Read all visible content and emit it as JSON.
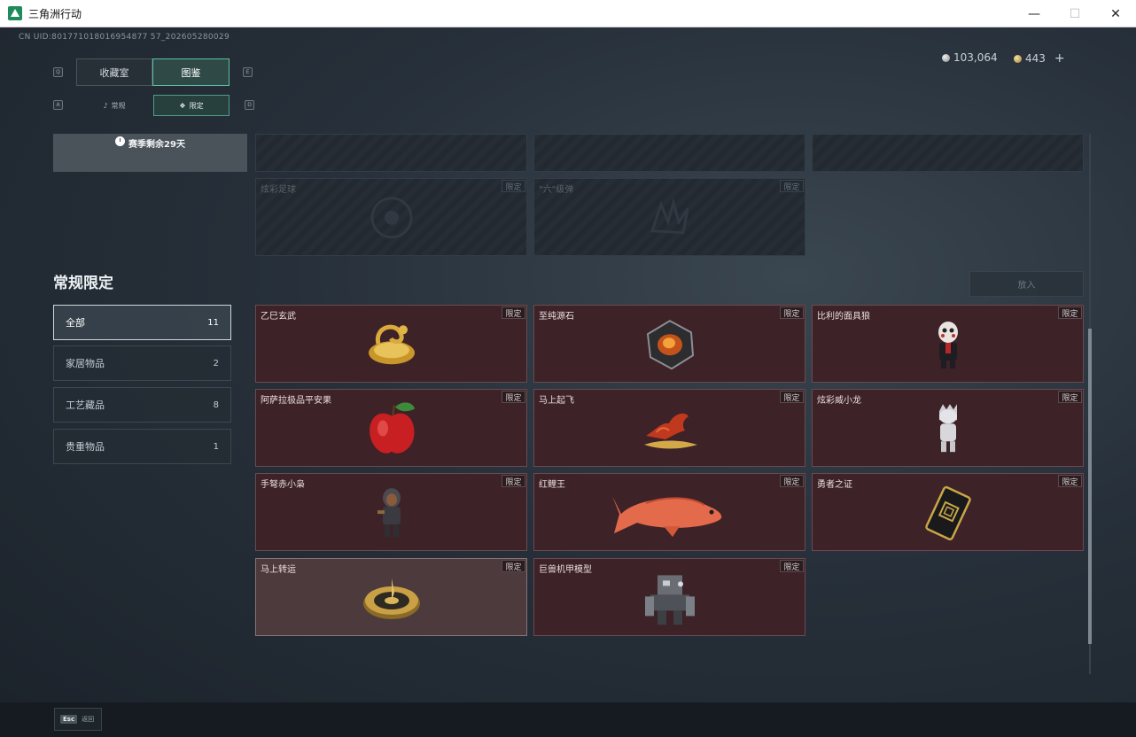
{
  "window": {
    "title": "三角洲行动"
  },
  "uid": "CN UID:801771018016954877 57_202605280029",
  "currency": {
    "silver": "103,064",
    "gold": "443",
    "plus": "+"
  },
  "keys": {
    "tab_prev": "Q",
    "tab_next": "E",
    "sub_prev": "A",
    "sub_next": "D"
  },
  "tabs": [
    {
      "label": "收藏室",
      "active": false
    },
    {
      "label": "图鉴",
      "active": true
    }
  ],
  "subtabs": [
    {
      "label": "常规",
      "active": false
    },
    {
      "label": "限定",
      "active": true
    }
  ],
  "season": {
    "remaining": "赛季剩余29天"
  },
  "section": {
    "title": "常规限定"
  },
  "categories": [
    {
      "label": "全部",
      "count": "11",
      "active": true
    },
    {
      "label": "家居物品",
      "count": "2",
      "active": false
    },
    {
      "label": "工艺藏品",
      "count": "8",
      "active": false
    },
    {
      "label": "贵重物品",
      "count": "1",
      "active": false
    }
  ],
  "put_button": "放入",
  "limited_tag": "限定",
  "locked_items": [
    {
      "name": ""
    },
    {
      "name": ""
    },
    {
      "name": ""
    },
    {
      "name": "炫彩足球"
    },
    {
      "name": "\"六\"级弹"
    }
  ],
  "items": [
    {
      "name": "乙巳玄武",
      "icon": "golden-turtle-icon"
    },
    {
      "name": "至纯源石",
      "icon": "source-stone-icon"
    },
    {
      "name": "比利的面具狼",
      "icon": "billy-mask-figure-icon"
    },
    {
      "name": "阿萨拉极品平安果",
      "icon": "red-apple-icon"
    },
    {
      "name": "马上起飞",
      "icon": "red-horse-icon"
    },
    {
      "name": "炫彩威小龙",
      "icon": "silver-dragon-figure-icon"
    },
    {
      "name": "手弩赤小枭",
      "icon": "crossbow-owl-figure-icon"
    },
    {
      "name": "红鲤王",
      "icon": "red-carp-icon"
    },
    {
      "name": "勇者之证",
      "icon": "hero-card-icon"
    },
    {
      "name": "马上转运",
      "icon": "gold-wheel-icon"
    },
    {
      "name": "巨兽机甲模型",
      "icon": "mecha-model-icon"
    }
  ],
  "esc": {
    "key": "Esc",
    "label": "返回"
  }
}
